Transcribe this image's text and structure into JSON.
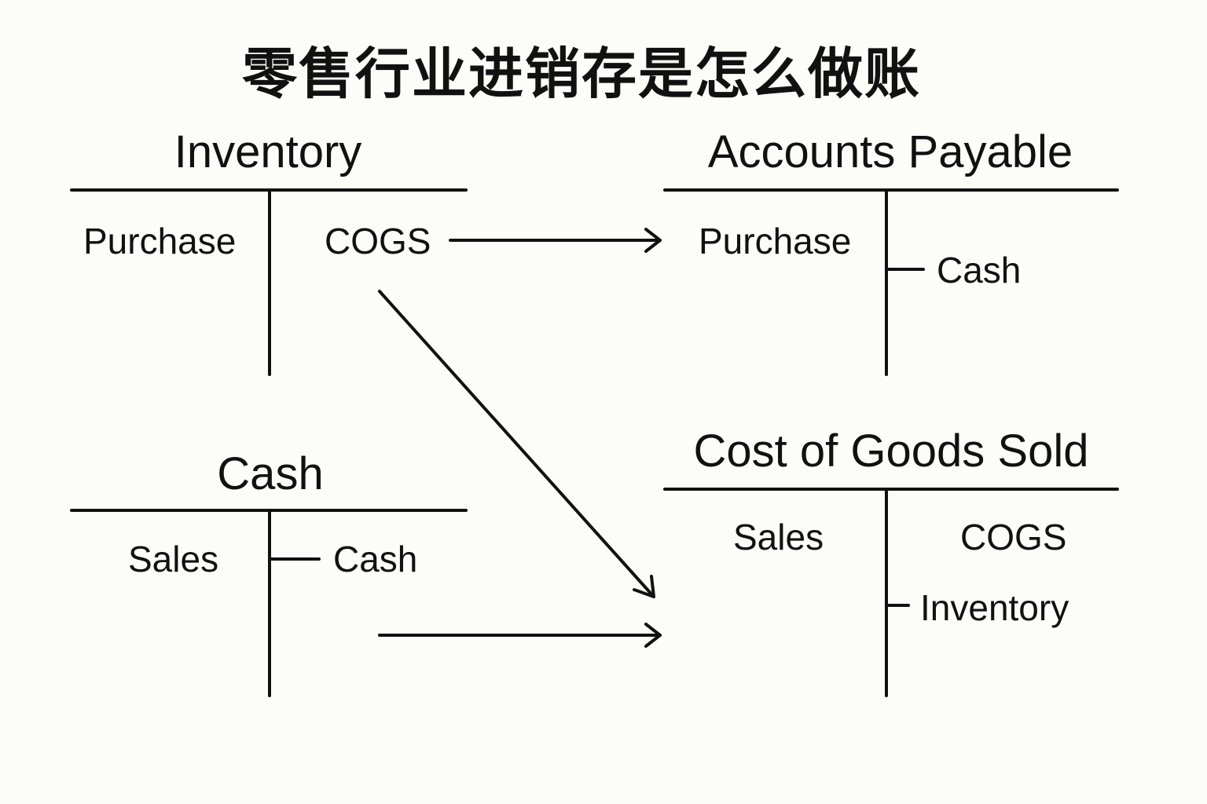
{
  "title": "零售行业进销存是怎么做账",
  "colors": {
    "background": "#fcfcf9",
    "ink": "#111111"
  },
  "accounts": {
    "inventory": {
      "name": "Inventory",
      "debit": [
        "Purchase"
      ],
      "credit": [
        "COGS"
      ]
    },
    "accounts_payable": {
      "name": "Accounts Payable",
      "debit": [
        "Purchase"
      ],
      "credit": [
        "Cash"
      ]
    },
    "cash": {
      "name": "Cash",
      "debit": [
        "Sales"
      ],
      "credit": [
        "Cash"
      ]
    },
    "cogs": {
      "name": "Cost of Goods Sold",
      "debit": [
        "Sales"
      ],
      "credit": [
        "COGS",
        "Inventory"
      ]
    }
  },
  "flows": [
    {
      "from": "Inventory (COGS)",
      "to": "Accounts Payable"
    },
    {
      "from": "Inventory (COGS)",
      "to": "Cost of Goods Sold"
    },
    {
      "from": "Cash",
      "to": "Cost of Goods Sold"
    }
  ]
}
